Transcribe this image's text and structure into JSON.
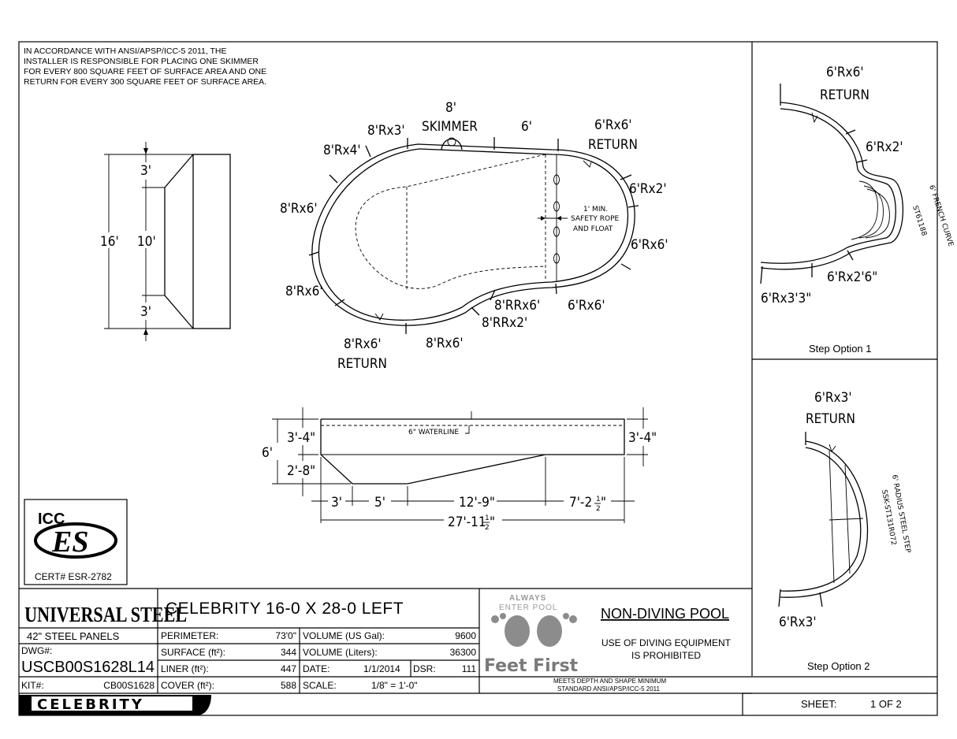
{
  "notes": {
    "compliance_lines": [
      "IN ACCORDANCE WITH ANSI/APSP/ICC-5 2011, THE",
      "INSTALLER IS RESPONSIBLE FOR PLACING ONE SKIMMER",
      "FOR EVERY 800 SQUARE FEET OF SURFACE AREA AND ONE",
      "RETURN FOR EVERY 300 SQUARE FEET OF SURFACE AREA."
    ]
  },
  "side_view": {
    "overall": "16'",
    "inner": "10'",
    "top": "3'",
    "bottom": "3'"
  },
  "plan_view": {
    "labels": {
      "skimmer_size": "8'",
      "skimmer": "SKIMMER",
      "top_8x3": "8'Rx3'",
      "top_8x4": "8'Rx4'",
      "top_6": "6'",
      "top_6x6": "6'Rx6'",
      "return_top": "RETURN",
      "right_6x2": "6'Rx2'",
      "right_6x6": "6'Rx6'",
      "bottom_6x6": "6'Rx6'",
      "notch_8rr6": "8'RRx6'",
      "notch_8rr2": "8'RRx2'",
      "bottom_8x6": "8'Rx6'",
      "bottom_left_8x6": "8'Rx6'",
      "return_bottom": "RETURN",
      "left_8x6_lower": "8'Rx6'",
      "left_8x6_upper": "8'Rx6'"
    },
    "safety_rope": [
      "1' MIN.",
      "SAFETY ROPE",
      "AND FLOAT"
    ]
  },
  "section_view": {
    "depth_total": "6'",
    "depth_shallow": "3'-4\"",
    "depth_slope": "2'-8\"",
    "depth_right": "3'-4\"",
    "waterline": "6\" WATERLINE",
    "dim_3": "3'",
    "dim_5": "5'",
    "dim_12": "12'-9\"",
    "dim_7_main": "7'-2",
    "dim_7_num": "1",
    "dim_7_den": "2",
    "dim_7_suffix": "\"",
    "overall_main": "27'-11",
    "overall_num": "1",
    "overall_den": "2",
    "overall_suffix": "\""
  },
  "step_option_1": {
    "return_size": "6'Rx6'",
    "return": "RETURN",
    "label_6x2": "6'Rx2'",
    "label_6x2_6": "6'Rx2'6\"",
    "label_6x3_3": "6'Rx3'3\"",
    "curve_line1": "6' FRENCH CURVE",
    "curve_line2": "ST61188",
    "caption": "Step Option 1"
  },
  "step_option_2": {
    "return_size": "6'Rx3'",
    "return": "RETURN",
    "label_6x3": "6'Rx3'",
    "radius_line1": "6' RADIUS STEEL STEP",
    "radius_line2": "SSK-ST131R072",
    "caption": "Step Option 2"
  },
  "cert": {
    "logo_top": "ICC",
    "logo_main": "ES",
    "cert_number": "CERT# ESR-2782"
  },
  "title_block": {
    "brand": "UNIVERSAL STEEL",
    "model_title": "CELEBRITY 16-0 X 28-0 LEFT",
    "panels": "42\"  STEEL PANELS",
    "dwg_label": "DWG#:",
    "dwg_number": "USCB00S1628L14",
    "kit_label": "KIT#:",
    "kit_number": "CB00S1628",
    "perimeter_label": "PERIMETER:",
    "perimeter_value": "73'0\"",
    "surface_label": "SURFACE (ft²):",
    "surface_value": "344",
    "liner_label": "LINER (ft²):",
    "liner_value": "447",
    "cover_label": "COVER (ft²):",
    "cover_value": "588",
    "volume_gal_label": "VOLUME (US Gal):",
    "volume_gal_value": "9600",
    "volume_l_label": "VOLUME (Liters):",
    "volume_l_value": "36300",
    "date_label": "DATE:",
    "date_value": "1/1/2014",
    "dsr_label": "DSR:",
    "dsr_value": "111",
    "scale_label": "SCALE:",
    "scale_value": "1/8\" = 1'-0\"",
    "feet_top": "ALWAYS",
    "feet_mid": "ENTER POOL",
    "feet_first": "Feet First",
    "non_diving": "NON-DIVING POOL",
    "diving_line1": "USE OF DIVING EQUIPMENT",
    "diving_line2": "IS PROHIBITED",
    "meets_line1": "MEETS DEPTH AND SHAPE MINIMUM",
    "meets_line2": "STANDARD ANSI/APSP/ICC-5 2011",
    "sheet_label": "SHEET:",
    "sheet_value": "1 OF 2",
    "celebrity": "CELEBRITY"
  }
}
